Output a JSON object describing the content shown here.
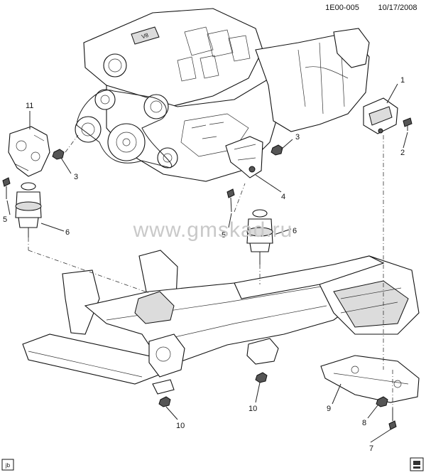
{
  "header": {
    "doc_id": "1E00-005",
    "date": "10/17/2008"
  },
  "watermark": "www.gmskad.ru",
  "corner_tag": "jb",
  "engine_badge": "V8",
  "callouts": {
    "c1": "1",
    "c2": "2",
    "c3a": "3",
    "c3b": "3",
    "c4": "4",
    "c5a": "5",
    "c5b": "5",
    "c6a": "6",
    "c6b": "6",
    "c7": "7",
    "c8": "8",
    "c9": "9",
    "c10a": "10",
    "c10b": "10",
    "c11": "11"
  }
}
